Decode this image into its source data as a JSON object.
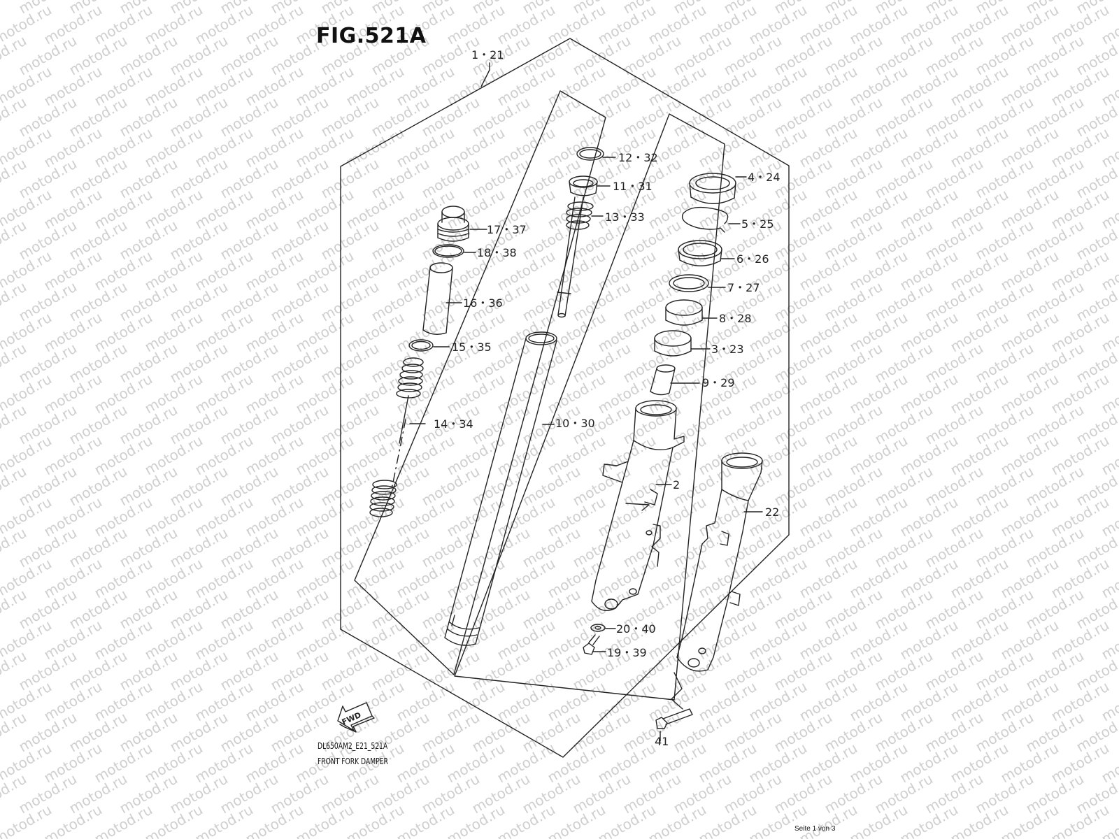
{
  "figure_title": "FIG.521A",
  "watermark_text": "motod.ru",
  "diagram_code": "DL650AM2_E21_521A",
  "diagram_name": "FRONT FORK DAMPER",
  "page_note": "Seite 1 von 3",
  "fwd_label": "FWD",
  "colors": {
    "line": "#222222",
    "watermark": "#cfcfcf"
  },
  "callouts": [
    {
      "id": "top-assembly",
      "label": "1・21"
    },
    {
      "id": "cap-ring",
      "label": "12・32"
    },
    {
      "id": "cap-bolt-inner",
      "label": "11・31"
    },
    {
      "id": "rod-spring",
      "label": "13・33"
    },
    {
      "id": "top-cap",
      "label": "17・37"
    },
    {
      "id": "o-ring",
      "label": "18・38"
    },
    {
      "id": "spacer",
      "label": "16・36"
    },
    {
      "id": "washer",
      "label": "15・35"
    },
    {
      "id": "spring",
      "label": "14・34"
    },
    {
      "id": "inner-tube",
      "label": "10・30"
    },
    {
      "id": "dust-seal",
      "label": "4・24"
    },
    {
      "id": "stopper-ring",
      "label": "5・25"
    },
    {
      "id": "oil-seal",
      "label": "6・26"
    },
    {
      "id": "seal-retainer",
      "label": "7・27"
    },
    {
      "id": "guide-bushing",
      "label": "8・28"
    },
    {
      "id": "slide-bushing",
      "label": "3・23"
    },
    {
      "id": "oil-lock-piece",
      "label": "9・29"
    },
    {
      "id": "outer-tube-left",
      "label": "2"
    },
    {
      "id": "outer-tube-right",
      "label": "22"
    },
    {
      "id": "gasket",
      "label": "20・40"
    },
    {
      "id": "bolt",
      "label": "19・39"
    },
    {
      "id": "axle-bolt",
      "label": "41"
    }
  ]
}
